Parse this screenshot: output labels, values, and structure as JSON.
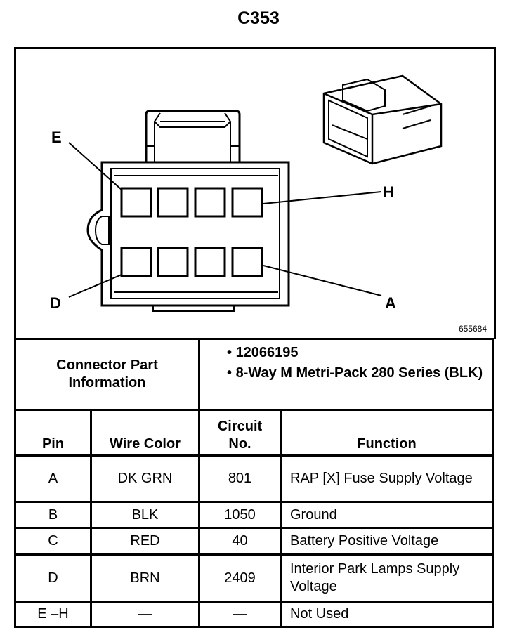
{
  "title": "C353",
  "figure_number": "655684",
  "pin_labels": {
    "e": "E",
    "h": "H",
    "d": "D",
    "a": "A"
  },
  "connector_info": {
    "label": "Connector Part Information",
    "items": [
      "12066195",
      "8-Way M Metri-Pack 280 Series (BLK)"
    ]
  },
  "table": {
    "headers": {
      "pin": "Pin",
      "wire_color": "Wire Color",
      "circuit": "Circuit No.",
      "function": "Function"
    },
    "rows": [
      {
        "pin": "A",
        "wire_color": "DK GRN",
        "circuit": "801",
        "function": "RAP [X] Fuse Supply Voltage"
      },
      {
        "pin": "B",
        "wire_color": "BLK",
        "circuit": "1050",
        "function": "Ground"
      },
      {
        "pin": "C",
        "wire_color": "RED",
        "circuit": "40",
        "function": "Battery Positive Voltage"
      },
      {
        "pin": "D",
        "wire_color": "BRN",
        "circuit": "2409",
        "function": "Interior Park Lamps Supply Voltage"
      },
      {
        "pin": "E –H",
        "wire_color": "—",
        "circuit": "—",
        "function": "Not Used"
      }
    ]
  }
}
